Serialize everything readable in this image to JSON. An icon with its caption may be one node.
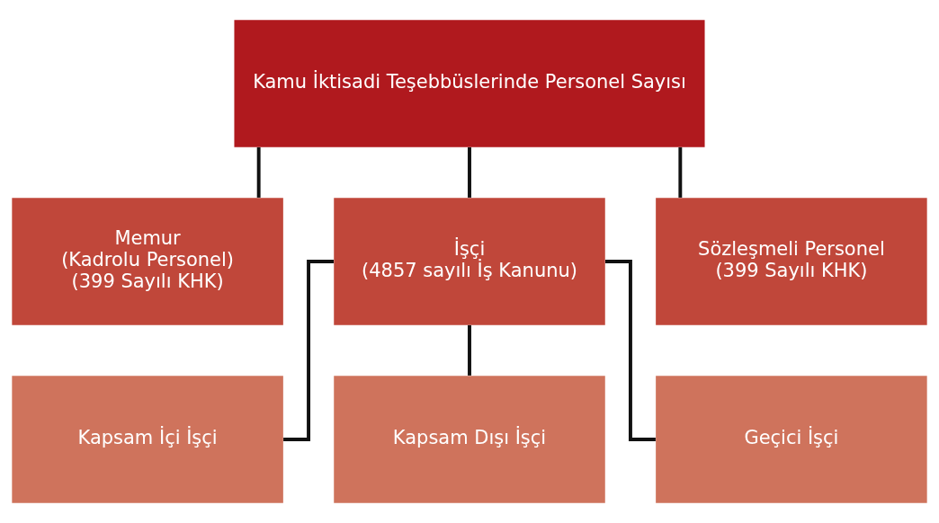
{
  "diagram": {
    "nodes": [
      {
        "text": [
          "Kamu İktisadi Teşebbüslerinde Personel Sayısı"
        ]
      },
      {
        "text": [
          "Memur",
          "(Kadrolu Personel)",
          "(399 Sayılı KHK)"
        ]
      },
      {
        "text": [
          "İşçi",
          "(4857 sayılı İş Kanunu)"
        ]
      },
      {
        "text": [
          "Sözleşmeli Personel",
          "(399 Sayılı KHK)"
        ]
      },
      {
        "text": [
          "Kapsam İçi İşçi"
        ]
      },
      {
        "text": [
          "Kapsam Dışı İşçi"
        ]
      },
      {
        "text": [
          "Geçici İşçi"
        ]
      }
    ],
    "edges": [
      {
        "from": 0,
        "to": 1,
        "arrow": "none"
      },
      {
        "from": 0,
        "to": 2,
        "arrow": "none"
      },
      {
        "from": 0,
        "to": 3,
        "arrow": "none"
      },
      {
        "from": 2,
        "to": 4,
        "arrow": "none"
      },
      {
        "from": 2,
        "to": 5,
        "arrow": "none"
      },
      {
        "from": 2,
        "to": 6,
        "arrow": "none"
      }
    ]
  }
}
